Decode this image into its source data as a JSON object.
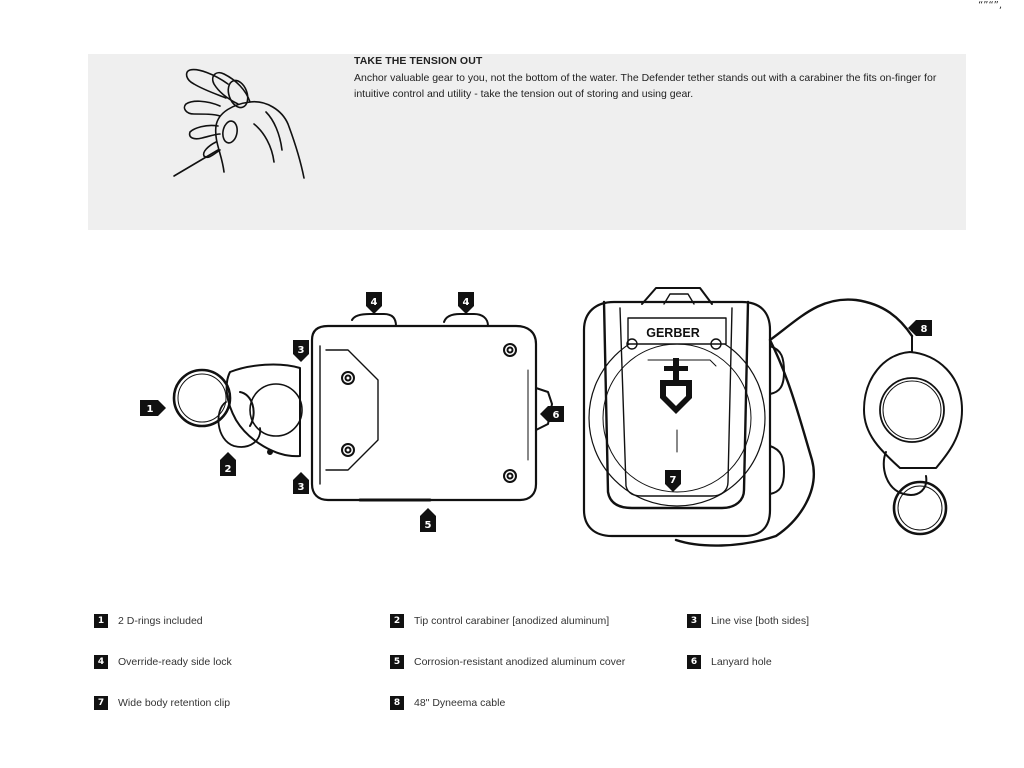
{
  "corner_mark": "“”“”,",
  "feature": {
    "title": "TAKE THE TENSION OUT",
    "body": "Anchor valuable gear to you, not the bottom of the water. The Defender tether stands out with a carabiner the fits on-finger for intuitive control and utility - take the tension out of storing and using gear."
  },
  "diagram": {
    "brand": "GERBER",
    "callouts": {
      "c1": "1",
      "c2": "2",
      "c3a": "3",
      "c3b": "3",
      "c4a": "4",
      "c4b": "4",
      "c5": "5",
      "c6": "6",
      "c7": "7",
      "c8": "8"
    }
  },
  "legend": [
    {
      "num": "1",
      "text": "2 D-rings included"
    },
    {
      "num": "2",
      "text": "Tip control carabiner [anodized aluminum]"
    },
    {
      "num": "3",
      "text": "Line vise [both sides]"
    },
    {
      "num": "4",
      "text": "Override-ready side lock"
    },
    {
      "num": "5",
      "text": "Corrosion-resistant anodized aluminum cover"
    },
    {
      "num": "6",
      "text": "Lanyard hole"
    },
    {
      "num": "7",
      "text": "Wide body retention clip"
    },
    {
      "num": "8",
      "text": "48\" Dyneema cable"
    }
  ]
}
